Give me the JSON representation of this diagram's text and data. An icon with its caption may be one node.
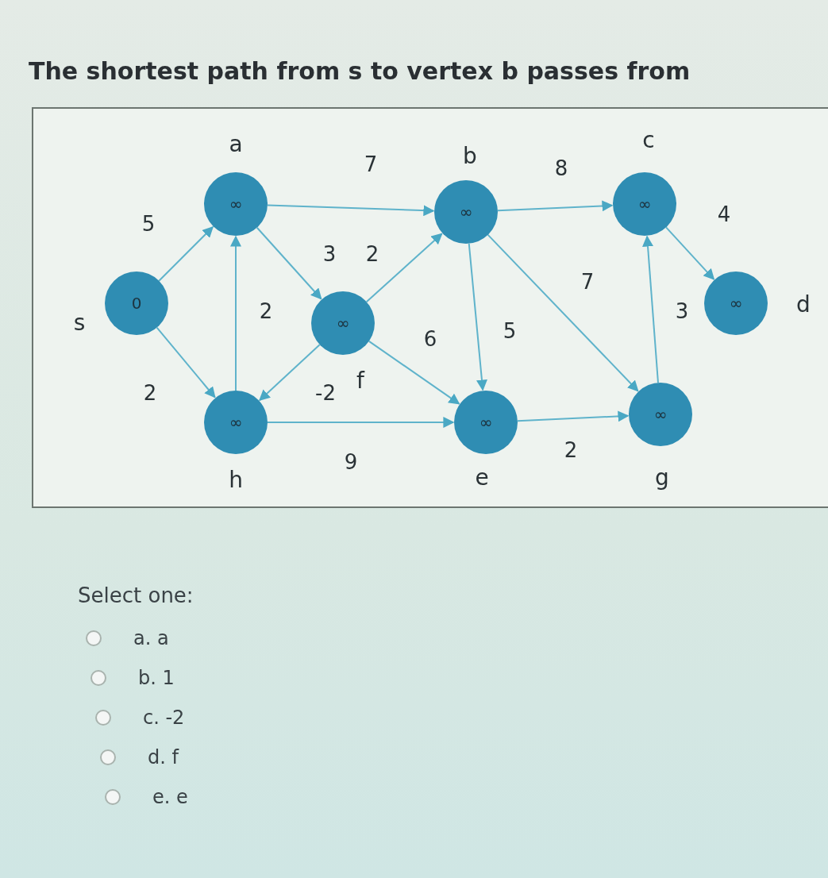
{
  "diagram": {
    "title": "The shortest path from s to vertex b passes from",
    "nodes": [
      {
        "text": [
          "0"
        ],
        "beside": [
          "s"
        ]
      },
      {
        "text": [
          "∞"
        ],
        "beside": [
          "a"
        ]
      },
      {
        "text": [
          "∞"
        ],
        "beside": [
          "h"
        ]
      },
      {
        "text": [
          "∞"
        ],
        "beside": [
          "f"
        ]
      },
      {
        "text": [
          "∞"
        ],
        "beside": [
          "b"
        ]
      },
      {
        "text": [
          "∞"
        ],
        "beside": [
          "e"
        ]
      },
      {
        "text": [
          "∞"
        ],
        "beside": [
          "c"
        ]
      },
      {
        "text": [
          "∞"
        ],
        "beside": [
          "g"
        ]
      },
      {
        "text": [
          "∞"
        ],
        "beside": [
          "d"
        ]
      }
    ],
    "edges": [
      {
        "from": 0,
        "to": 1,
        "arrow": "to",
        "label": "5"
      },
      {
        "from": 0,
        "to": 2,
        "arrow": "to",
        "label": "2"
      },
      {
        "from": 2,
        "to": 1,
        "arrow": "to",
        "label": "2"
      },
      {
        "from": 1,
        "to": 4,
        "arrow": "to",
        "label": "7"
      },
      {
        "from": 1,
        "to": 3,
        "arrow": "to",
        "label": "3"
      },
      {
        "from": 3,
        "to": 4,
        "arrow": "to",
        "label": "2"
      },
      {
        "from": 3,
        "to": 2,
        "arrow": "to",
        "label": "-2"
      },
      {
        "from": 3,
        "to": 5,
        "arrow": "to",
        "label": "6"
      },
      {
        "from": 2,
        "to": 5,
        "arrow": "to",
        "label": "9"
      },
      {
        "from": 4,
        "to": 5,
        "arrow": "to",
        "label": "5"
      },
      {
        "from": 4,
        "to": 6,
        "arrow": "to",
        "label": "8"
      },
      {
        "from": 4,
        "to": 7,
        "arrow": "to",
        "label": "7"
      },
      {
        "from": 5,
        "to": 7,
        "arrow": "to",
        "label": "2"
      },
      {
        "from": 7,
        "to": 6,
        "arrow": "to",
        "label": "3"
      },
      {
        "from": 6,
        "to": 8,
        "arrow": "to",
        "label": "4"
      }
    ],
    "labels": [
      "Select one:",
      "a. a",
      "b. 1",
      "c. -2",
      "d. f",
      "e. e"
    ]
  }
}
